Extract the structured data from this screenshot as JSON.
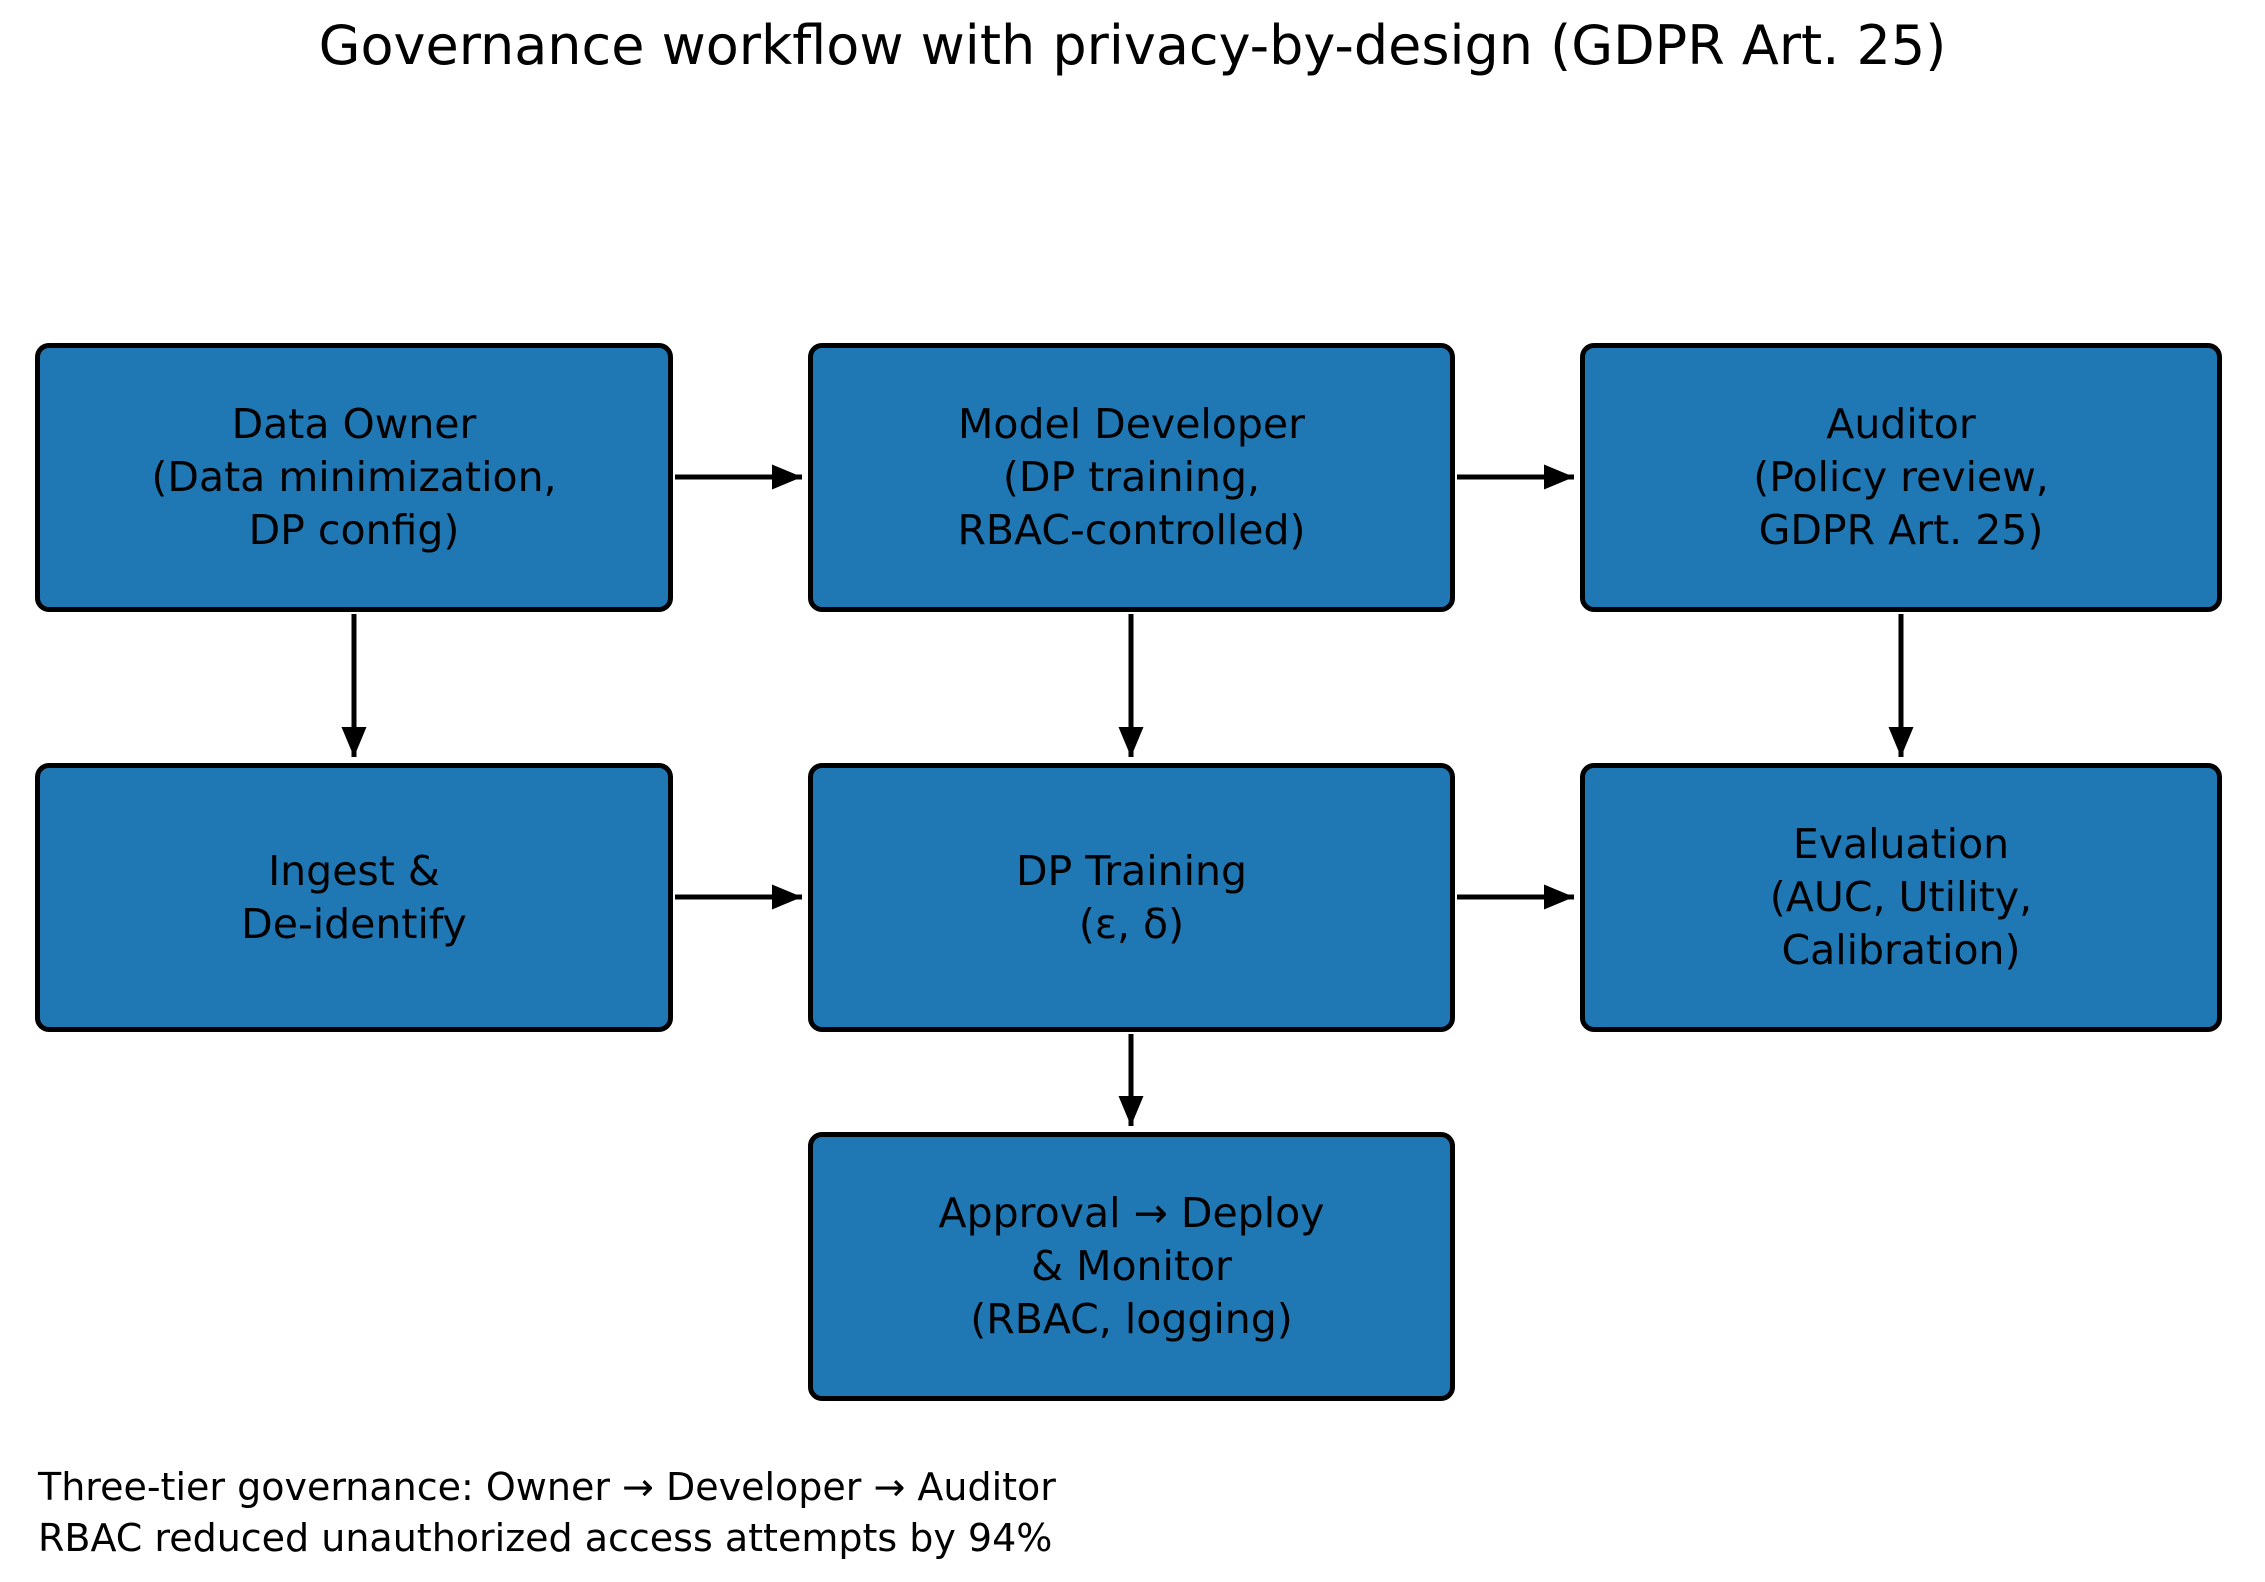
{
  "title": "Governance workflow with privacy-by-design (GDPR Art. 25)",
  "colors": {
    "node_fill": "#1f77b4",
    "node_border": "#000000",
    "arrow": "#000000",
    "text": "#000000",
    "background": "#ffffff"
  },
  "nodes": {
    "data_owner": {
      "lines": [
        "Data Owner",
        "(Data minimization,",
        "DP config)"
      ]
    },
    "model_developer": {
      "lines": [
        "Model Developer",
        "(DP training,",
        "RBAC-controlled)"
      ]
    },
    "auditor": {
      "lines": [
        "Auditor",
        "(Policy review,",
        "GDPR Art. 25)"
      ]
    },
    "ingest": {
      "lines": [
        "Ingest &",
        "De-identify"
      ]
    },
    "dp_training": {
      "lines": [
        "DP Training",
        "(ε, δ)"
      ]
    },
    "evaluation": {
      "lines": [
        "Evaluation",
        "(AUC, Utility,",
        "Calibration)"
      ]
    },
    "approval": {
      "lines": [
        "Approval → Deploy",
        "& Monitor",
        "(RBAC, logging)"
      ]
    }
  },
  "edges": [
    {
      "from": "data_owner",
      "to": "model_developer",
      "direction": "right"
    },
    {
      "from": "model_developer",
      "to": "auditor",
      "direction": "right"
    },
    {
      "from": "data_owner",
      "to": "ingest",
      "direction": "down"
    },
    {
      "from": "model_developer",
      "to": "dp_training",
      "direction": "down"
    },
    {
      "from": "auditor",
      "to": "evaluation",
      "direction": "down"
    },
    {
      "from": "ingest",
      "to": "dp_training",
      "direction": "right"
    },
    {
      "from": "dp_training",
      "to": "evaluation",
      "direction": "right"
    },
    {
      "from": "dp_training",
      "to": "approval",
      "direction": "down"
    }
  ],
  "footer": {
    "line1": "Three-tier governance: Owner → Developer → Auditor",
    "line2": "RBAC reduced unauthorized access attempts by 94%"
  }
}
